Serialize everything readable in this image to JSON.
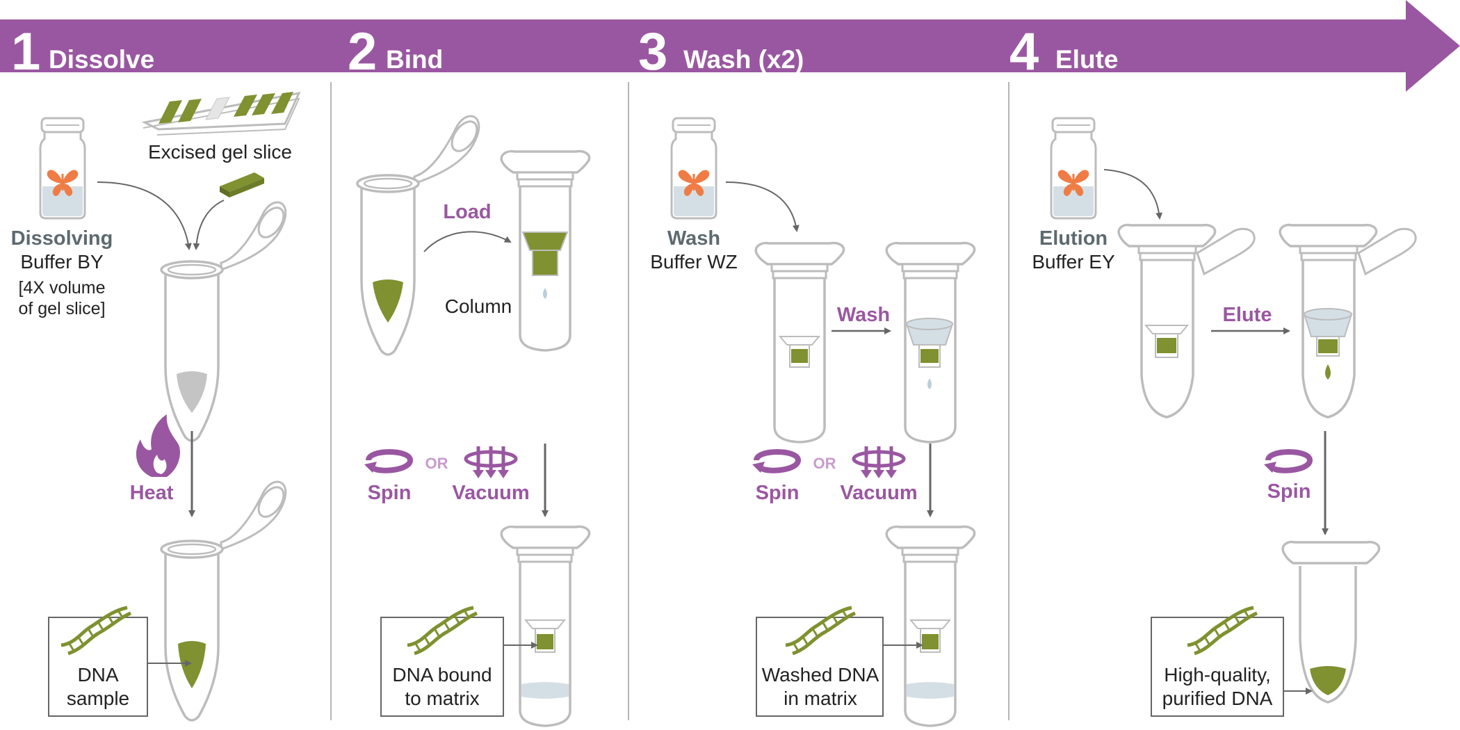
{
  "colors": {
    "banner": "#9a57a1",
    "outline": "#bcbcbc",
    "green": "#7f9130",
    "butterfly": "#ef7c45",
    "liquid": "#d4dfe5",
    "gray_liquid": "#c4c4c4",
    "arrow": "#666666",
    "divider": "#b5b5b5"
  },
  "steps": [
    {
      "number": "1",
      "title": "Dissolve"
    },
    {
      "number": "2",
      "title": "Bind"
    },
    {
      "number": "3",
      "title": "Wash (x2)"
    },
    {
      "number": "4",
      "title": "Elute"
    }
  ],
  "step1": {
    "gel_label": "Excised gel slice",
    "buffer_bold": "Dissolving",
    "buffer_name": "Buffer BY",
    "volume_line1": "[4X volume",
    "volume_line2": "of gel slice]",
    "action": "Heat",
    "result_line1": "DNA",
    "result_line2": "sample"
  },
  "step2": {
    "load": "Load",
    "column": "Column",
    "spin": "Spin",
    "or": "OR",
    "vacuum": "Vacuum",
    "result_line1": "DNA bound",
    "result_line2": "to matrix"
  },
  "step3": {
    "buffer_bold": "Wash",
    "buffer_name": "Buffer WZ",
    "wash": "Wash",
    "spin": "Spin",
    "or": "OR",
    "vacuum": "Vacuum",
    "result_line1": "Washed DNA",
    "result_line2": "in matrix"
  },
  "step4": {
    "buffer_bold": "Elution",
    "buffer_name": "Buffer EY",
    "elute": "Elute",
    "spin": "Spin",
    "result_line1": "High-quality,",
    "result_line2": "purified DNA"
  },
  "icons": {
    "bottle": "reagent-bottle-icon",
    "butterfly": "butterfly-logo-icon",
    "tube": "microcentrifuge-tube-icon",
    "column": "spin-column-icon",
    "flame": "flame-icon",
    "spin": "spin-rotation-icon",
    "vacuum": "vacuum-icon",
    "dna": "dna-helix-icon",
    "gel": "agarose-gel-icon"
  }
}
